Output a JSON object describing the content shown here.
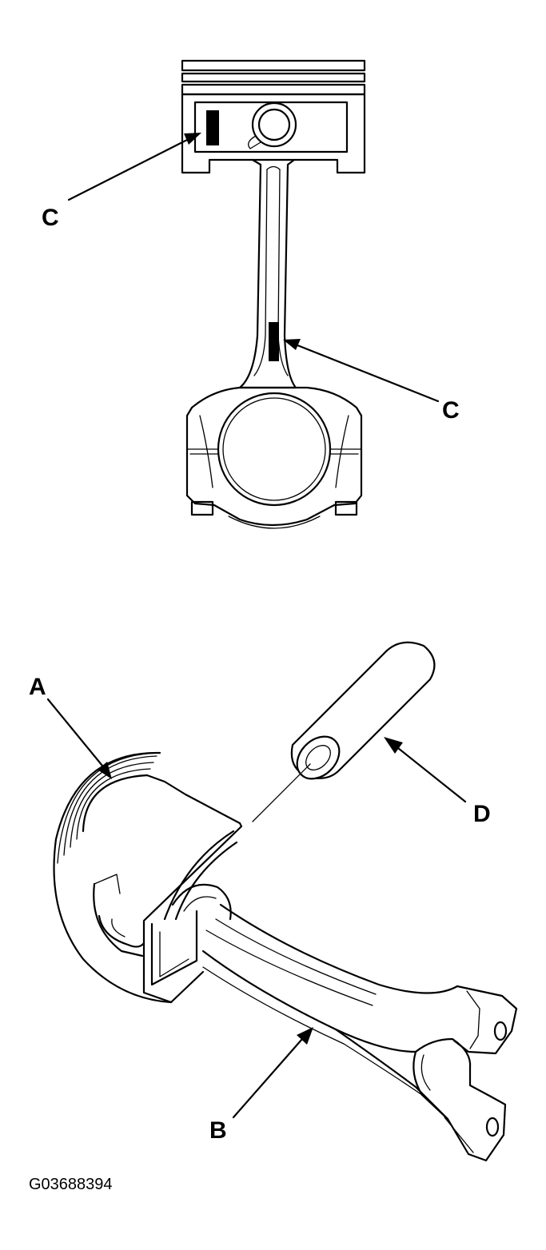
{
  "labels": {
    "upper_c_left": "C",
    "upper_c_right": "C",
    "piston": "A",
    "connecting_rod": "B",
    "piston_pin": "D"
  },
  "figure_code": "G03688394"
}
